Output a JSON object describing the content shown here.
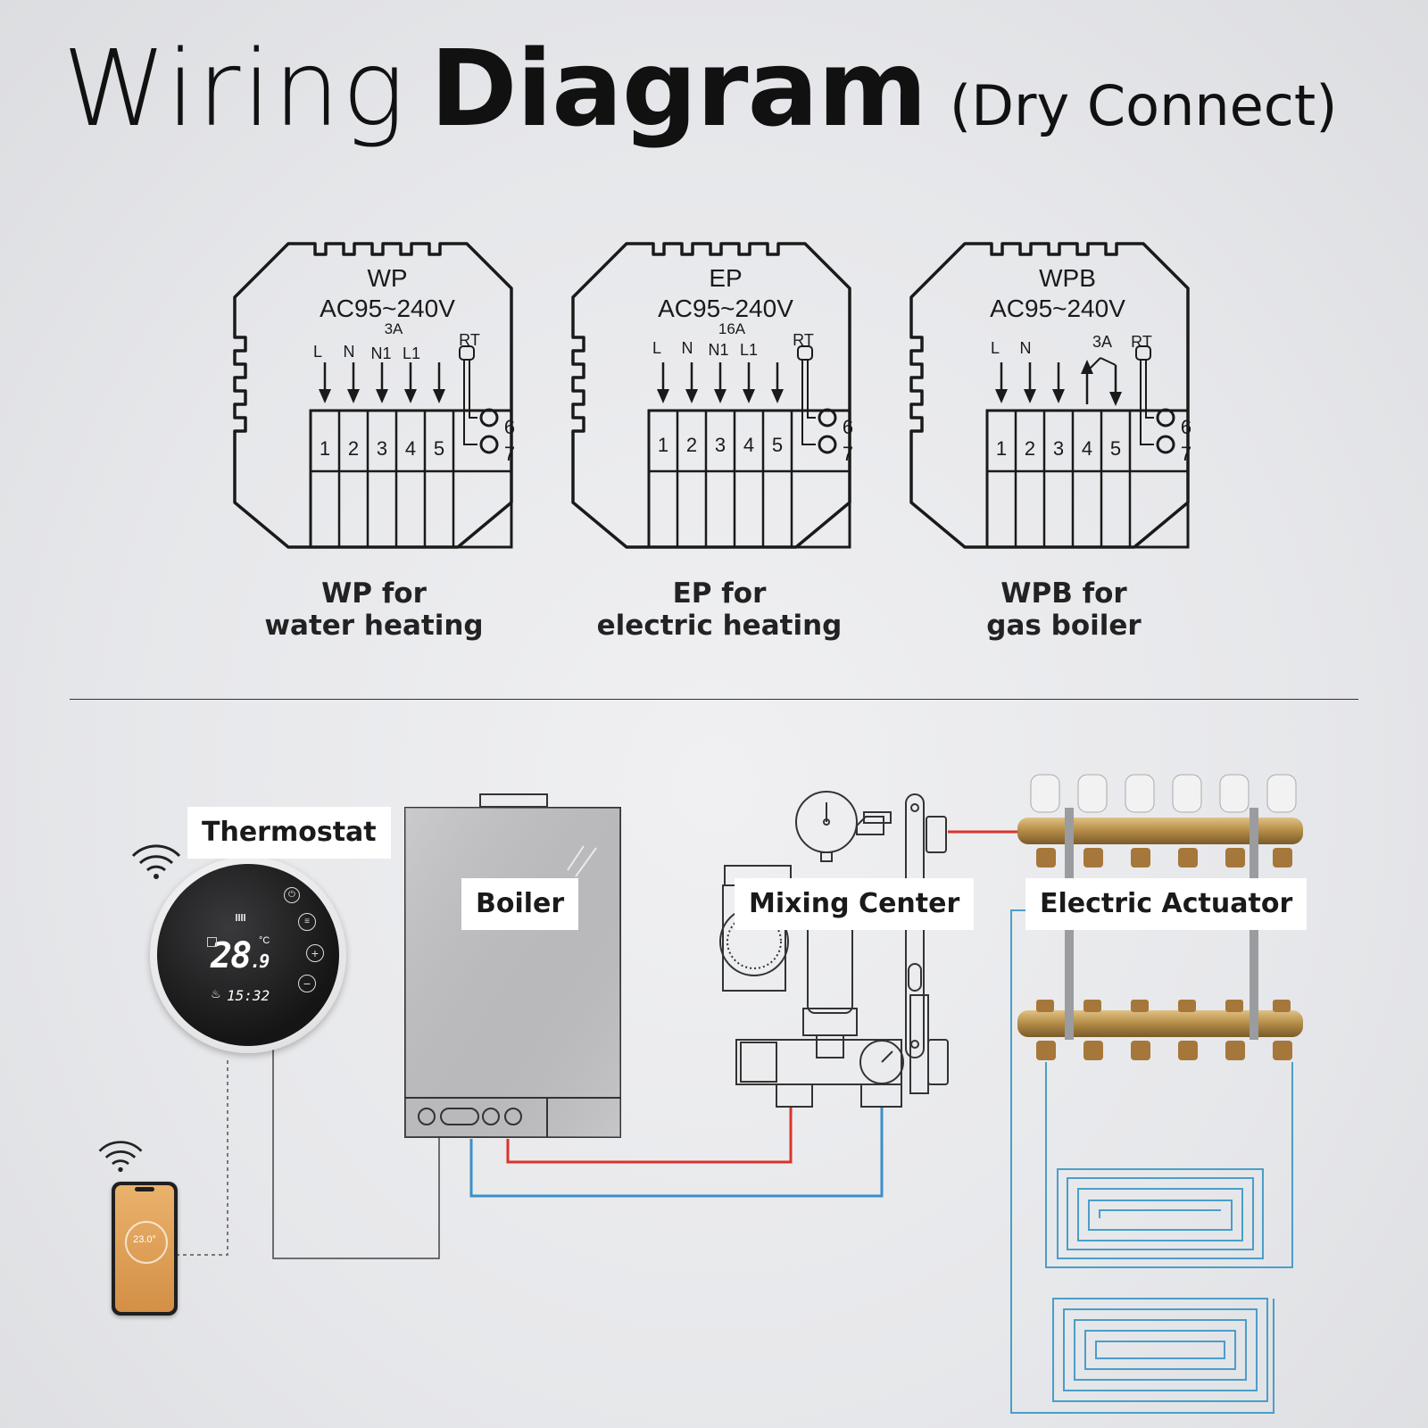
{
  "title": {
    "part1": "Wiring",
    "part2": "Diagram",
    "part3": "(Dry Connect)"
  },
  "modes": [
    {
      "model": "WP",
      "voltage": "AC95~240V",
      "current": "3A",
      "terminal_labels": [
        "L",
        "N",
        "N1",
        "L1"
      ],
      "rt_label": "RT",
      "relay_label": "",
      "caption_line1": "WP for",
      "caption_line2": "water heating"
    },
    {
      "model": "EP",
      "voltage": "AC95~240V",
      "current": "16A",
      "terminal_labels": [
        "L",
        "N",
        "N1",
        "L1"
      ],
      "rt_label": "RT",
      "relay_label": "",
      "caption_line1": "EP for",
      "caption_line2": "electric heating"
    },
    {
      "model": "WPB",
      "voltage": "AC95~240V",
      "current": "",
      "terminal_labels": [
        "L",
        "N"
      ],
      "rt_label": "RT",
      "relay_label": "3A",
      "caption_line1": "WPB for",
      "caption_line2": "gas boiler"
    }
  ],
  "terminal_numbers": [
    "1",
    "2",
    "3",
    "4",
    "5"
  ],
  "sensor_terminals": [
    "6",
    "7"
  ],
  "system": {
    "thermostat_label": "Thermostat",
    "boiler_label": "Boiler",
    "mixing_label": "Mixing Center",
    "actuator_label": "Electric Actuator",
    "thermostat_display": {
      "temperature": "28",
      "decimal": ".9",
      "unit": "°C",
      "time": "15:32"
    },
    "phone_display": {
      "temperature": "23.0°"
    }
  },
  "colors": {
    "hot_pipe": "#d9342b",
    "cold_pipe": "#3b8fc9",
    "manifold": "#b08a4a"
  }
}
